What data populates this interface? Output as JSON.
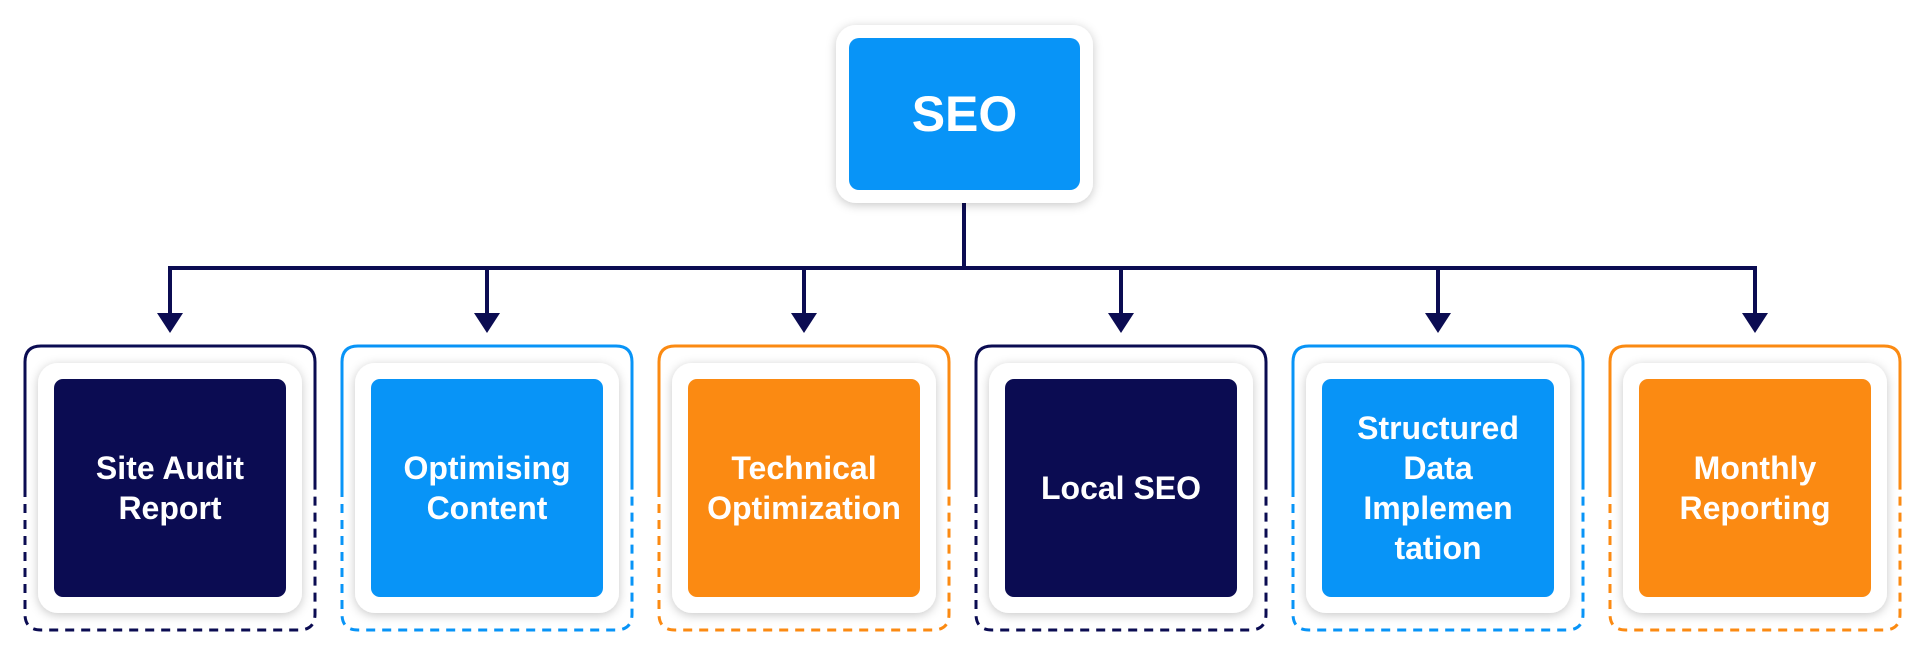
{
  "root": {
    "label": "SEO"
  },
  "colors": {
    "navy": "#0b0c52",
    "blue": "#0894f7",
    "orange": "#fb8a12",
    "connector": "#0b0c52"
  },
  "children": [
    {
      "lines": [
        "Site Audit",
        "Report"
      ],
      "color": "navy"
    },
    {
      "lines": [
        "Optimising",
        "Content"
      ],
      "color": "blue"
    },
    {
      "lines": [
        "Technical",
        "Optimization"
      ],
      "color": "orange"
    },
    {
      "lines": [
        "Local SEO"
      ],
      "color": "navy"
    },
    {
      "lines": [
        "Structured",
        "Data",
        "Implemen",
        "tation"
      ],
      "color": "blue"
    },
    {
      "lines": [
        "Monthly",
        "Reporting"
      ],
      "color": "orange"
    }
  ]
}
